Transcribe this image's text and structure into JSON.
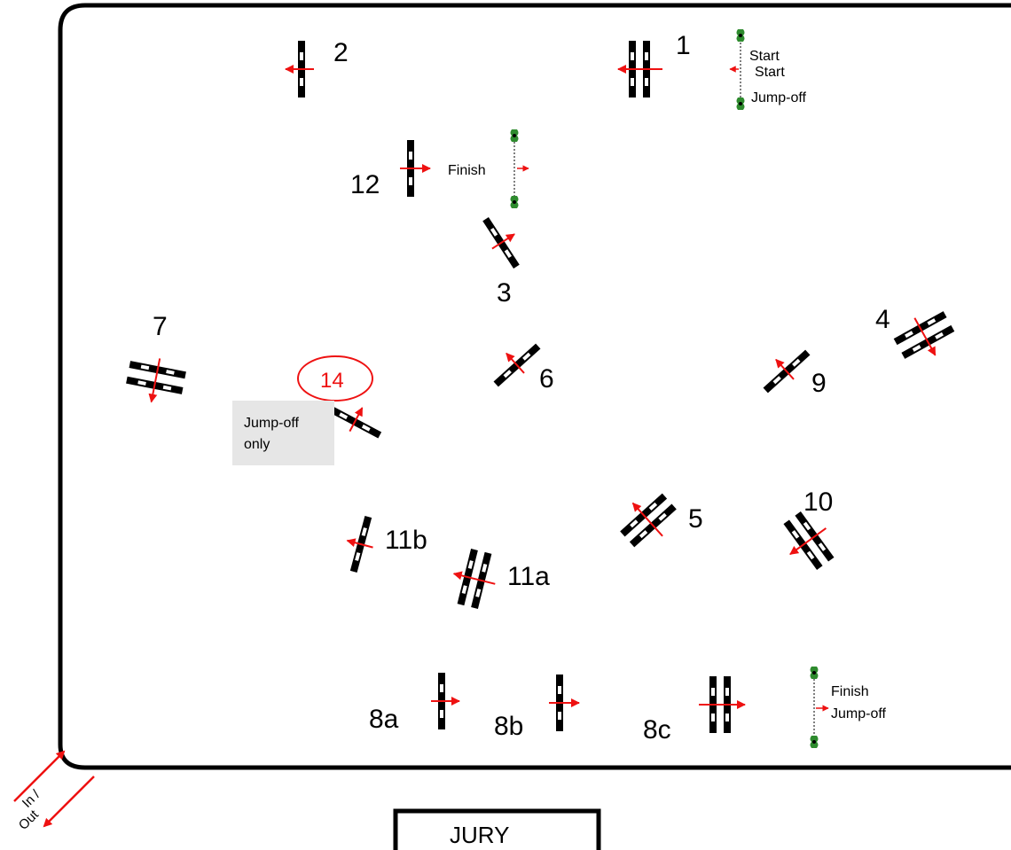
{
  "colors": {
    "arena_border": "#000000",
    "arrow": "#ee1111",
    "flag": "#2e8b2e",
    "note_box": "#e6e6e6",
    "highlight": "#ee1111"
  },
  "fences": [
    {
      "id": "f1",
      "number": "1"
    },
    {
      "id": "f2",
      "number": "2"
    },
    {
      "id": "f3",
      "number": "3"
    },
    {
      "id": "f4",
      "number": "4"
    },
    {
      "id": "f5",
      "number": "5"
    },
    {
      "id": "f6",
      "number": "6"
    },
    {
      "id": "f7",
      "number": "7"
    },
    {
      "id": "f8a",
      "number": "8a"
    },
    {
      "id": "f8b",
      "number": "8b"
    },
    {
      "id": "f8c",
      "number": "8c"
    },
    {
      "id": "f9",
      "number": "9"
    },
    {
      "id": "f10",
      "number": "10"
    },
    {
      "id": "f11a",
      "number": "11a"
    },
    {
      "id": "f11b",
      "number": "11b"
    },
    {
      "id": "f12",
      "number": "12"
    },
    {
      "id": "f14",
      "number": "14",
      "highlighted": true
    }
  ],
  "start_line": {
    "label_1": "Start",
    "label_2": "Start",
    "label_3": "Jump-off"
  },
  "finish_line": {
    "label": "Finish"
  },
  "finish_jumpoff_line": {
    "label_1": "Finish",
    "label_2": "Jump-off"
  },
  "jumpoff_note": {
    "line_1": "Jump-off",
    "line_2": "only"
  },
  "entrance": {
    "line_1": "In /",
    "line_2": "Out"
  },
  "jury": {
    "label": "JURY"
  }
}
